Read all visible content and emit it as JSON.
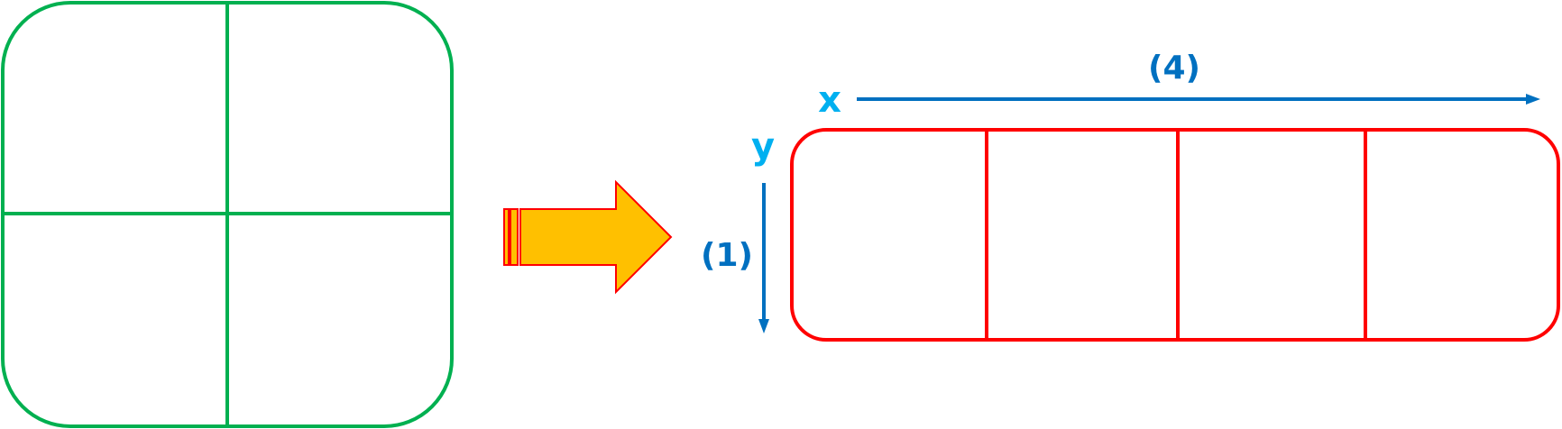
{
  "colors": {
    "source_grid": "#00b050",
    "target_grid": "#ff0000",
    "axis_arrow": "#0070c0",
    "axis_letter": "#00b0f0",
    "block_arrow_fill": "#ffc000",
    "block_arrow_stroke": "#ff0000"
  },
  "source_grid": {
    "rows": 2,
    "cols": 2
  },
  "target_grid": {
    "rows": 1,
    "cols": 4
  },
  "axes": {
    "x": {
      "letter": "x",
      "count_label": "(4)"
    },
    "y": {
      "letter": "y",
      "count_label": "(1)"
    }
  },
  "icons": {
    "transform": "block-arrow-right-icon"
  }
}
